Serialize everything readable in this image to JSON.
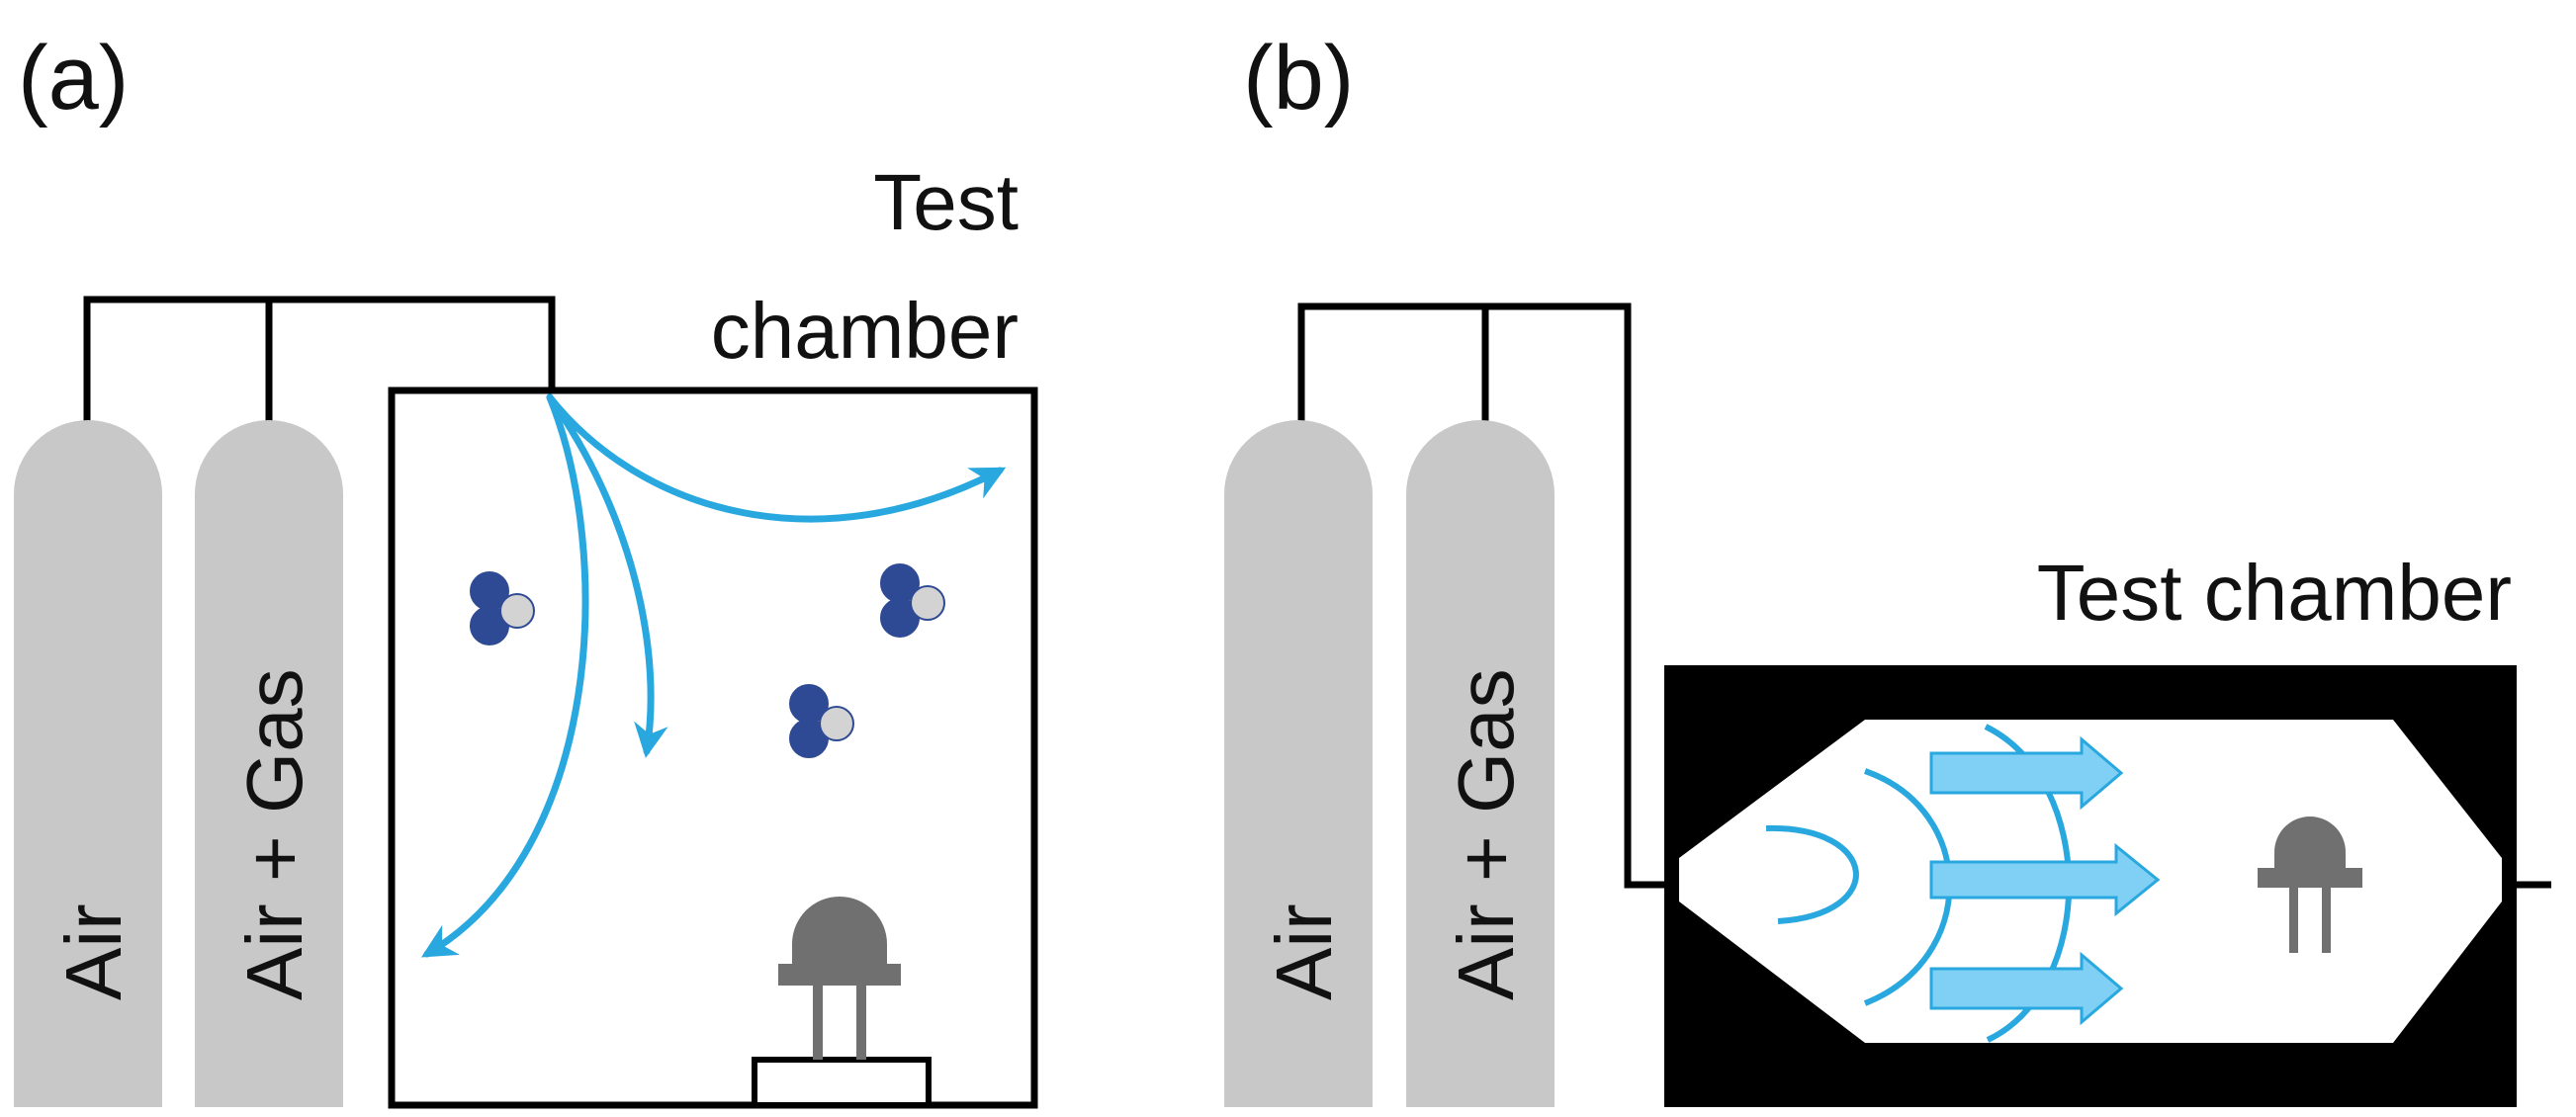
{
  "panels": {
    "a": {
      "panel_label": "(a)",
      "cylinders": [
        "Air",
        "Air + Gas"
      ],
      "chamber_label_line1": "Test",
      "chamber_label_line2": "chamber"
    },
    "b": {
      "panel_label": "(b)",
      "cylinders": [
        "Air",
        "Air + Gas"
      ],
      "chamber_label": "Test chamber"
    }
  },
  "colors": {
    "cylinder": "#c8c8c8",
    "flow_arrow": "#29a8e0",
    "flow_fill": "#7fd0f4",
    "molecule_dark": "#2e4a94",
    "molecule_light": "#d3d3d3",
    "sensor": "#707070",
    "line": "#000000"
  },
  "icons": {
    "molecule": "gas-molecule-icon",
    "sensor": "gas-sensor-icon"
  }
}
